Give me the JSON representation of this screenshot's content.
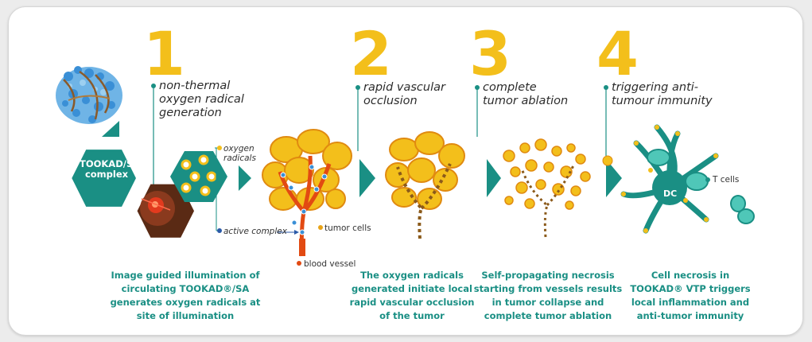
{
  "steps": [
    {
      "number": "1",
      "title": "non-thermal\noxygen radical\ngeneration",
      "description": "Image guided illumination of\ncirculating TOOKAD®/SA\ngenerates oxygen radicals at\nsite of illumination"
    },
    {
      "number": "2",
      "title": "rapid vascular\nocclusion",
      "description": "The oxygen radicals\ngenerated initiate local\nrapid vascular occlusion\nof the tumor"
    },
    {
      "number": "3",
      "title": "complete\ntumor ablation",
      "description": "Self-propagating necrosis\nstarting from vessels results\nin tumor collapse and\ncomplete tumor ablation"
    },
    {
      "number": "4",
      "title": "triggering anti-\ntumour immunity",
      "description": "Cell necrosis in\nTOOKAD® VTP triggers\nlocal inflammation and\nanti-tumor immunity"
    }
  ],
  "labels": {
    "complex": "TOOKAD/SA\ncomplex",
    "oxygen_radicals": "oxygen\nradicals",
    "active_complex": "active complex",
    "tumor_cells": "tumor cells",
    "blood_vessel": "blood vessel",
    "t_cells": "T cells",
    "dc": "DC"
  },
  "colors": {
    "teal": "#1a8f84",
    "yellow": "#f3bf1b",
    "orange": "#e8a317",
    "red_vessel": "#e24a12",
    "brown": "#8b5a1a"
  }
}
